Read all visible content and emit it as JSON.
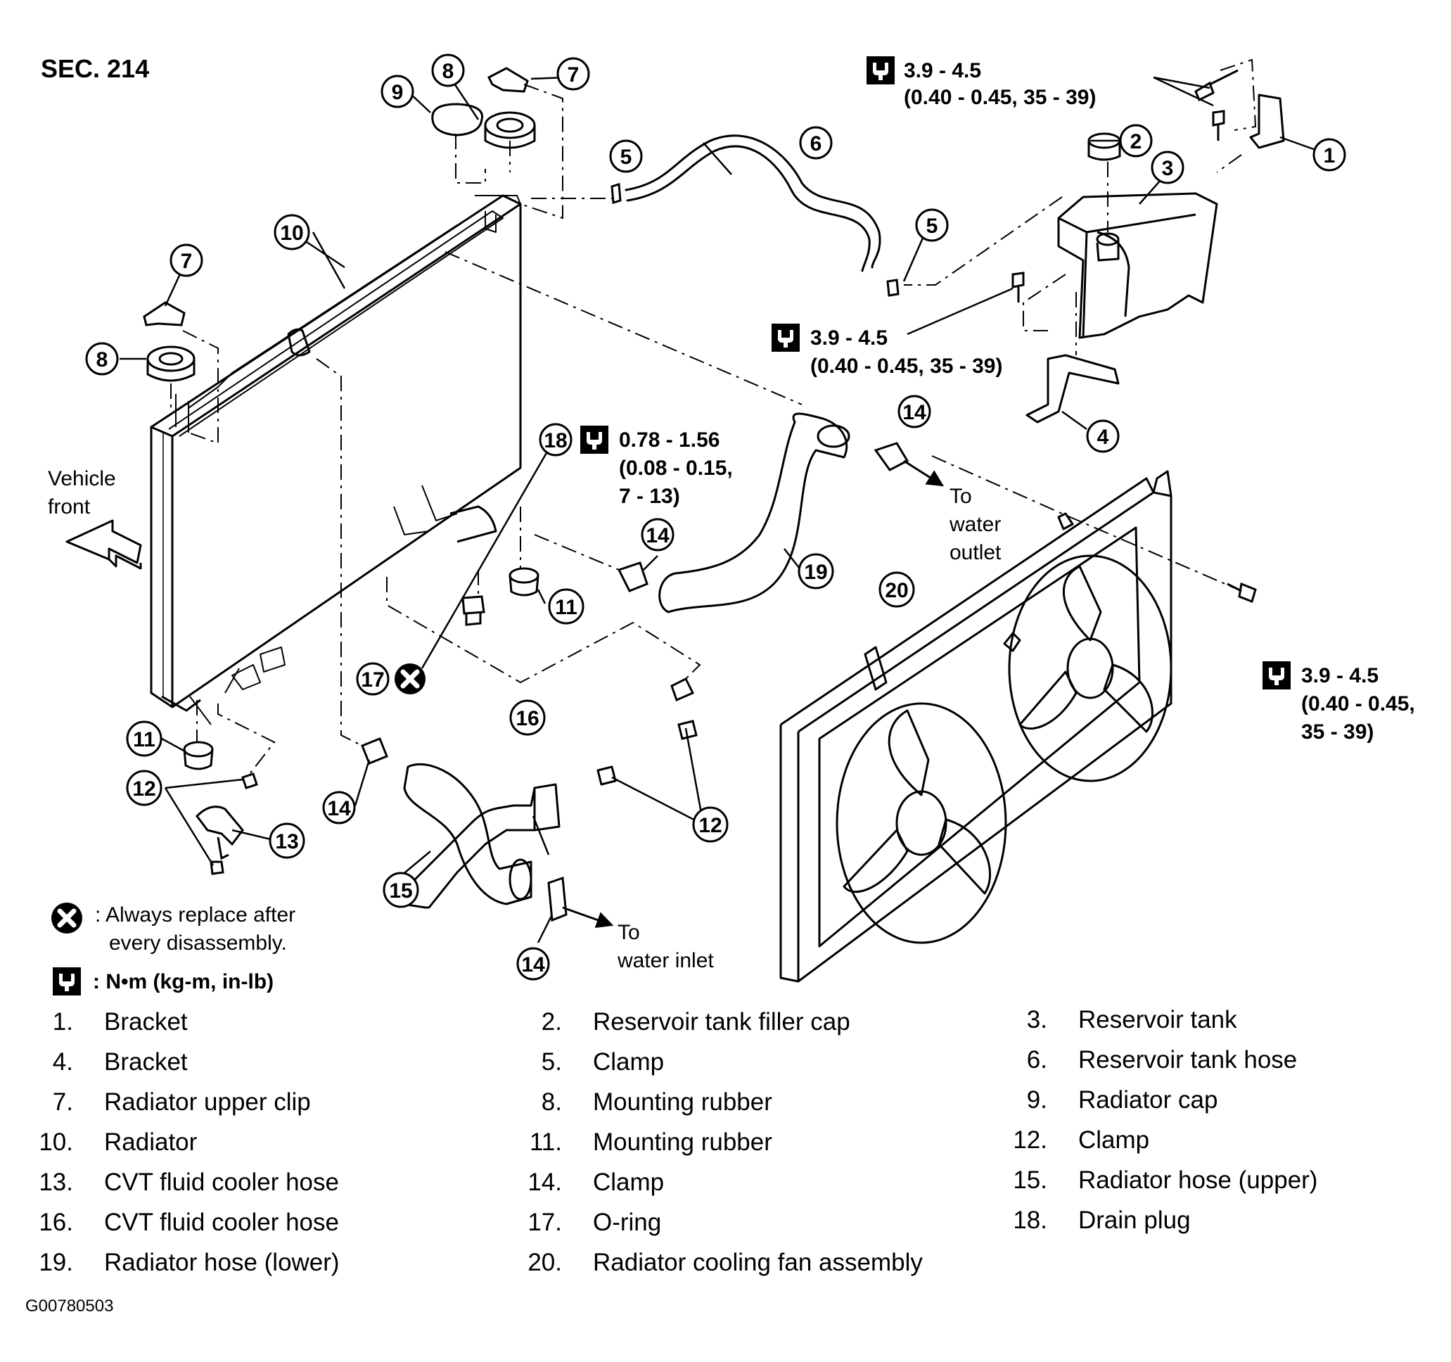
{
  "section_title": "SEC. 214",
  "torque_specs": {
    "top_right": {
      "line1": "3.9 - 4.5",
      "line2": "(0.40 - 0.45, 35 - 39)"
    },
    "middle_right": {
      "line1": "3.9 - 4.5",
      "line2": "(0.40 - 0.45, 35 - 39)"
    },
    "drain_plug": {
      "line1": "0.78 - 1.56",
      "line2": "(0.08 - 0.15,",
      "line3": "7 - 13)"
    },
    "fan_bolt": {
      "line1": "3.9 - 4.5",
      "line2": "(0.40 - 0.45,",
      "line3": "35 - 39)"
    }
  },
  "direction_labels": {
    "vehicle_front_line1": "Vehicle",
    "vehicle_front_line2": "front",
    "water_outlet_line1": "To",
    "water_outlet_line2": "water",
    "water_outlet_line3": "outlet",
    "water_inlet_line1": "To",
    "water_inlet_line2": "water inlet"
  },
  "symbol_legend": {
    "replace_line1": ": Always replace after",
    "replace_line2": "every disassembly.",
    "torque_units": ": N•m  (kg-m,  in-lb)"
  },
  "callouts": [
    "1",
    "2",
    "3",
    "4",
    "5",
    "5",
    "6",
    "7",
    "7",
    "8",
    "8",
    "9",
    "10",
    "11",
    "11",
    "12",
    "12",
    "13",
    "14",
    "14",
    "14",
    "14",
    "15",
    "16",
    "17",
    "18",
    "19",
    "20"
  ],
  "parts": [
    {
      "num": "1.",
      "name": "Bracket"
    },
    {
      "num": "2.",
      "name": "Reservoir tank filler cap"
    },
    {
      "num": "3.",
      "name": "Reservoir tank"
    },
    {
      "num": "4.",
      "name": "Bracket"
    },
    {
      "num": "5.",
      "name": "Clamp"
    },
    {
      "num": "6.",
      "name": "Reservoir tank hose"
    },
    {
      "num": "7.",
      "name": "Radiator upper clip"
    },
    {
      "num": "8.",
      "name": "Mounting rubber"
    },
    {
      "num": "9.",
      "name": "Radiator cap"
    },
    {
      "num": "10.",
      "name": "Radiator"
    },
    {
      "num": "11.",
      "name": "Mounting rubber"
    },
    {
      "num": "12.",
      "name": "Clamp"
    },
    {
      "num": "13.",
      "name": "CVT fluid cooler hose"
    },
    {
      "num": "14.",
      "name": "Clamp"
    },
    {
      "num": "15.",
      "name": "Radiator hose (upper)"
    },
    {
      "num": "16.",
      "name": "CVT fluid cooler hose"
    },
    {
      "num": "17.",
      "name": "O-ring"
    },
    {
      "num": "18.",
      "name": "Drain plug"
    },
    {
      "num": "19.",
      "name": "Radiator hose (lower)"
    },
    {
      "num": "20.",
      "name": "Radiator cooling fan assembly"
    }
  ],
  "image_id": "G00780503",
  "colors": {
    "ink": "#000000",
    "paper": "#ffffff"
  }
}
